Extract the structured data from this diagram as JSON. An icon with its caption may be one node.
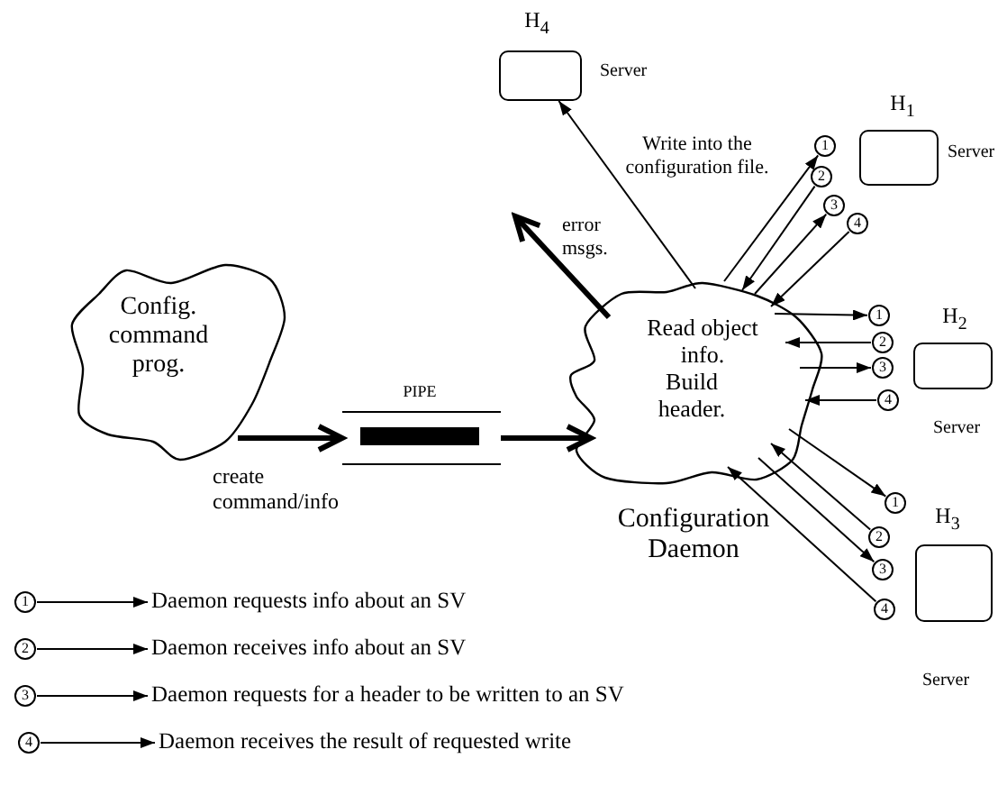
{
  "diagram": {
    "nodes": [
      {
        "text": [
          "Config. command prog."
        ]
      },
      {
        "text": [
          "PIPE"
        ]
      },
      {
        "text": [
          "Read object info.",
          "Build header.",
          "Configuration Daemon"
        ]
      },
      {
        "text": [
          "H$_{4}$"
        ],
        "beside": [
          "Server"
        ]
      },
      {
        "text": [
          "H$_{1}$"
        ],
        "beside": [
          "Server"
        ]
      },
      {
        "text": [
          "H$_{2}$"
        ],
        "beside": [
          "Server"
        ]
      },
      {
        "text": [
          "H$_{3}$"
        ],
        "beside": [
          "Server"
        ]
      },
      {
        "text": [
          "1"
        ]
      },
      {
        "text": [
          "2"
        ]
      },
      {
        "text": [
          "3"
        ]
      },
      {
        "text": [
          "4"
        ]
      },
      {
        "text": [
          "1"
        ]
      },
      {
        "text": [
          "2"
        ]
      },
      {
        "text": [
          "3"
        ]
      },
      {
        "text": [
          "4"
        ]
      },
      {
        "text": [
          "1"
        ]
      },
      {
        "text": [
          "2"
        ]
      },
      {
        "text": [
          "3"
        ]
      },
      {
        "text": [
          "4"
        ]
      },
      {
        "text": [
          "1"
        ]
      },
      {
        "text": [
          "2"
        ]
      },
      {
        "text": [
          "3"
        ]
      },
      {
        "text": [
          "4"
        ]
      },
      {
        "text": [
          "Daemon requests info about an SV"
        ]
      },
      {
        "text": [
          "Daemon receives info about an SV"
        ]
      },
      {
        "text": [
          "Daemon requests for a header to be written to an SV"
        ]
      },
      {
        "text": [
          "Daemon receives the result of requested write"
        ]
      }
    ],
    "edges": [
      {
        "from": 0,
        "to": 1,
        "arrow": "to",
        "style": "thick",
        "label": "create command/info"
      },
      {
        "from": 1,
        "to": 2,
        "arrow": "to",
        "style": "thick"
      },
      {
        "from": 2,
        "to": null,
        "arrow": "to",
        "style": "thick",
        "label": "error msgs."
      },
      {
        "from": 2,
        "to": 3,
        "arrow": "to",
        "label": "Write into the configuration file."
      },
      {
        "from": 2,
        "to": 7,
        "arrow": "to"
      },
      {
        "from": 8,
        "to": 2,
        "arrow": "to"
      },
      {
        "from": 2,
        "to": 9,
        "arrow": "to"
      },
      {
        "from": 10,
        "to": 2,
        "arrow": "to"
      },
      {
        "from": 2,
        "to": 11,
        "arrow": "to"
      },
      {
        "from": 12,
        "to": 2,
        "arrow": "to"
      },
      {
        "from": 2,
        "to": 13,
        "arrow": "to"
      },
      {
        "from": 14,
        "to": 2,
        "arrow": "to"
      },
      {
        "from": 2,
        "to": 15,
        "arrow": "to"
      },
      {
        "from": 16,
        "to": 2,
        "arrow": "to"
      },
      {
        "from": 2,
        "to": 17,
        "arrow": "to"
      },
      {
        "from": 18,
        "to": 2,
        "arrow": "to"
      },
      {
        "from": 19,
        "to": 23,
        "arrow": "to"
      },
      {
        "from": 20,
        "to": 24,
        "arrow": "to"
      },
      {
        "from": 21,
        "to": 25,
        "arrow": "to"
      },
      {
        "from": 22,
        "to": 26,
        "arrow": "to"
      }
    ]
  }
}
